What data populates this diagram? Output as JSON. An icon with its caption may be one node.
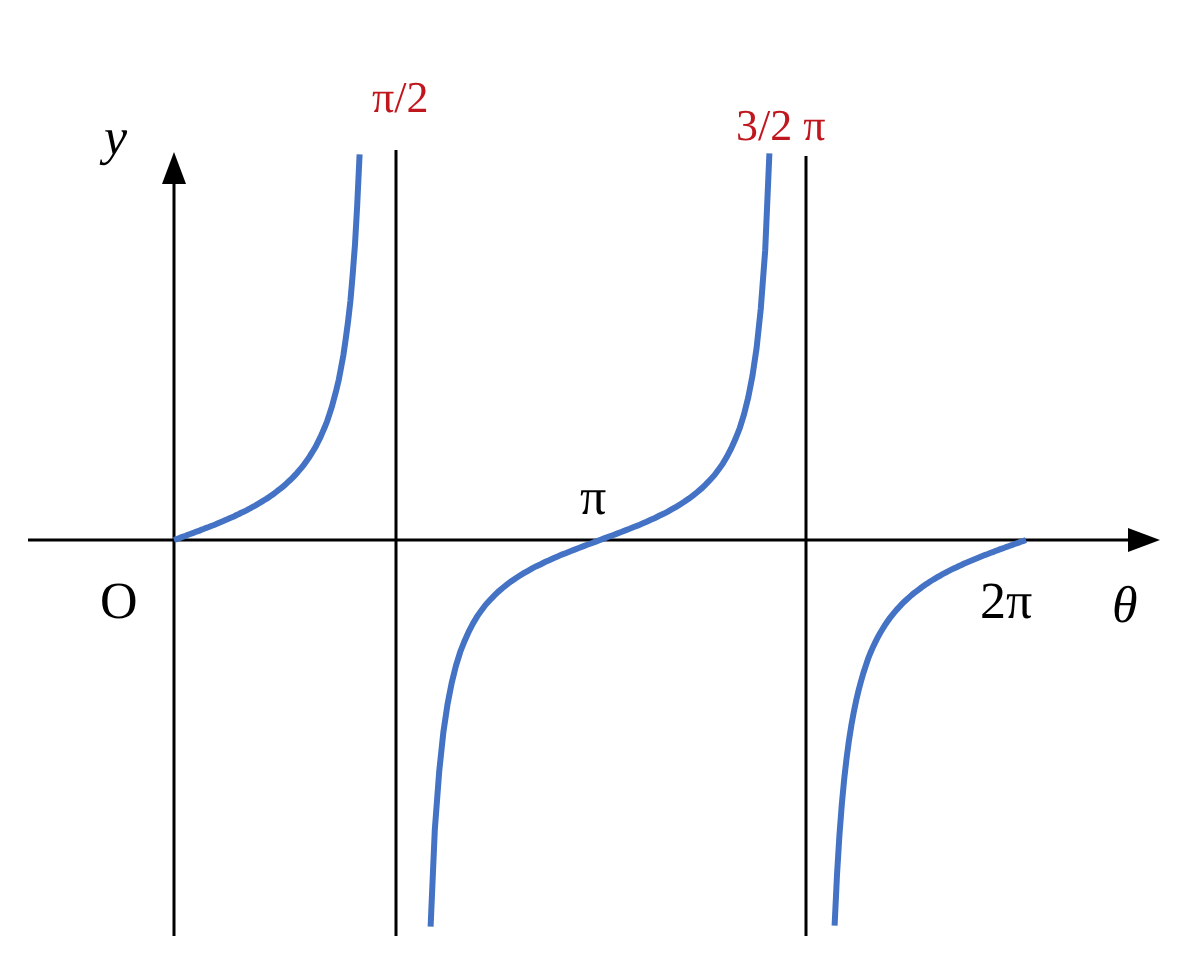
{
  "diagram": {
    "labels": [
      "π/2",
      "3/2 π",
      "y",
      "π",
      "O",
      "2π",
      "θ"
    ]
  }
}
